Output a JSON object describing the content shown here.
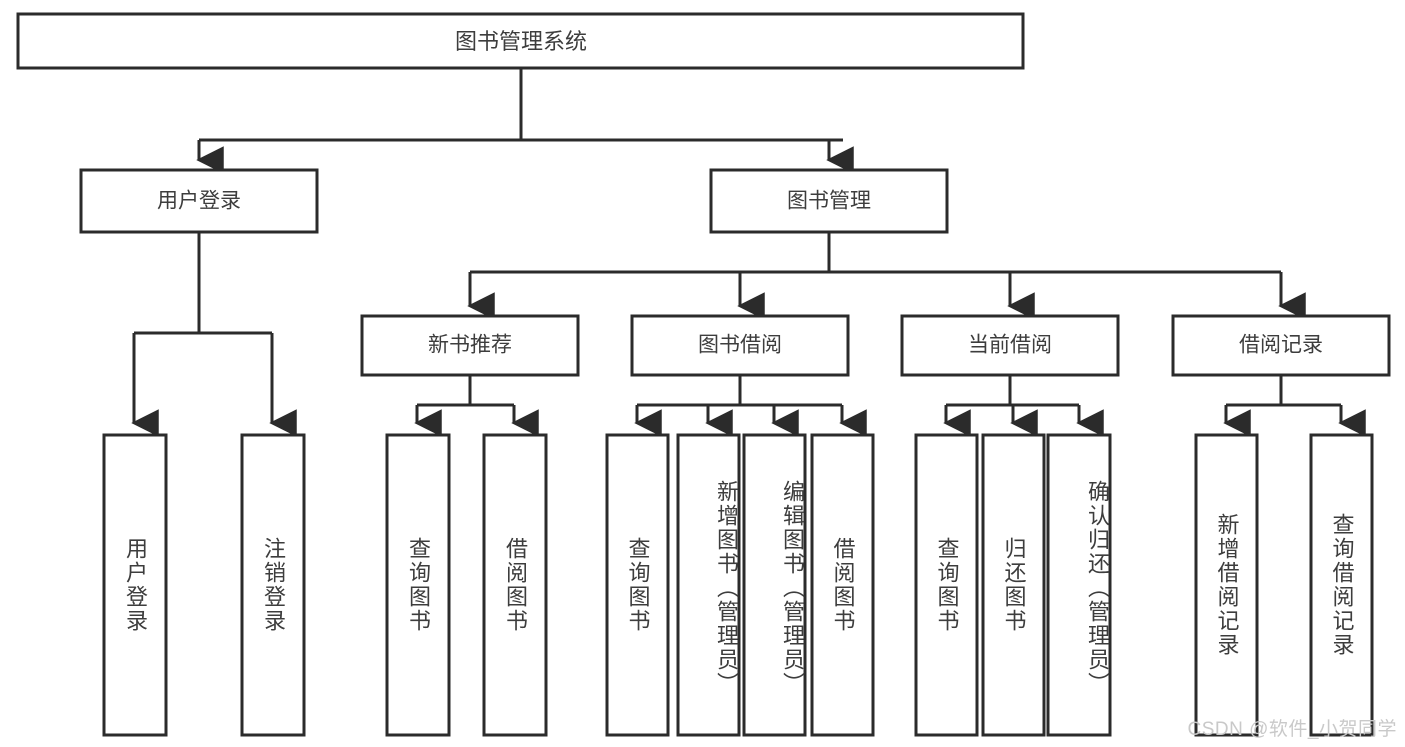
{
  "diagram": {
    "title": "图书管理系统",
    "type": "tree-hierarchy",
    "root": {
      "label": "图书管理系统"
    },
    "level1": [
      {
        "label": "用户登录"
      },
      {
        "label": "图书管理"
      }
    ],
    "level2": [
      {
        "label": "新书推荐"
      },
      {
        "label": "图书借阅"
      },
      {
        "label": "当前借阅"
      },
      {
        "label": "借阅记录"
      }
    ],
    "leaves": {
      "user_login": [
        {
          "label": "用户登录"
        },
        {
          "label": "注销登录"
        }
      ],
      "new_book_recommend": [
        {
          "label": "查询图书"
        },
        {
          "label": "借阅图书"
        }
      ],
      "book_borrow": [
        {
          "label": "查询图书"
        },
        {
          "label": "新增图书（管理员）"
        },
        {
          "label": "编辑图书（管理员）"
        },
        {
          "label": "借阅图书"
        }
      ],
      "current_borrow": [
        {
          "label": "查询图书"
        },
        {
          "label": "归还图书"
        },
        {
          "label": "确认归还（管理员）"
        }
      ],
      "borrow_record": [
        {
          "label": "新增借阅记录"
        },
        {
          "label": "查询借阅记录"
        }
      ]
    }
  },
  "watermark": {
    "text": "CSDN @软件_小贺同学"
  },
  "colors": {
    "background": "#ffffff",
    "box_fill": "#ffffff",
    "stroke": "#2b2b2b",
    "text": "#3d3d3d",
    "watermark": "#c9c9c9"
  }
}
